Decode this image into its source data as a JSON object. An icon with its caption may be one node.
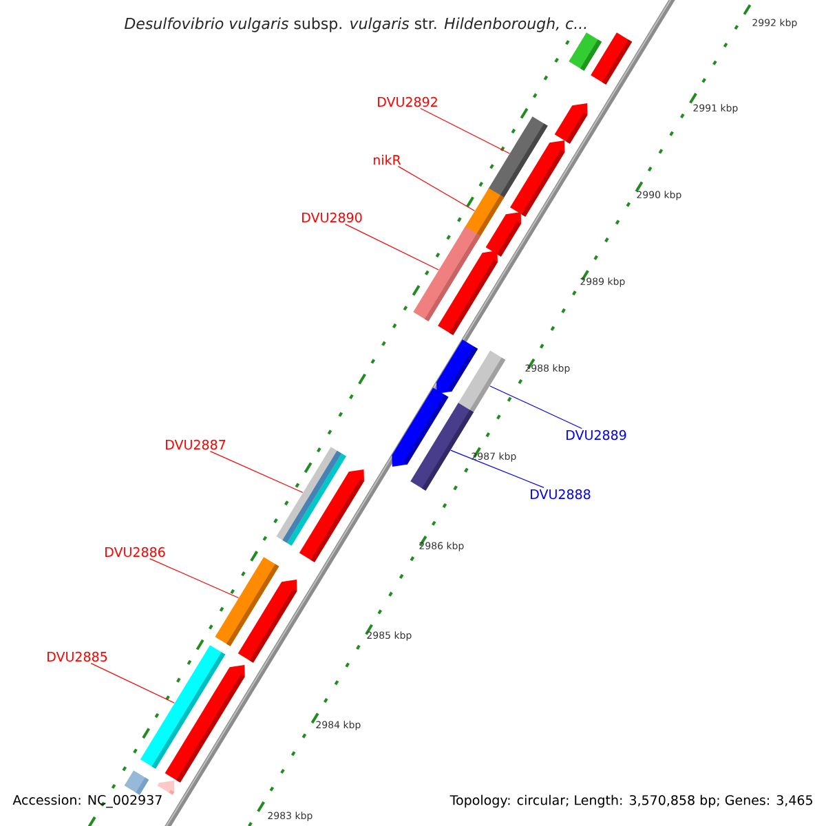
{
  "diagram": {
    "title": "*Desulfovibrio vulgaris* subsp. *vulgaris* str. *Hildenborough, c...*",
    "nodes": [
      {
        "text": [
          "DVU2892"
        ]
      },
      {
        "text": [
          "nikR"
        ]
      },
      {
        "text": [
          "DVU2890"
        ]
      },
      {
        "text": [
          "DVU2889"
        ]
      },
      {
        "text": [
          "DVU2888"
        ]
      },
      {
        "text": [
          "DVU2887"
        ]
      },
      {
        "text": [
          "DVU2886"
        ]
      },
      {
        "text": [
          "DVU2885"
        ]
      },
      {
        "text": [],
        "shape": "bar"
      },
      {
        "text": [],
        "shape": "bar"
      },
      {
        "text": [],
        "shape": "arrow"
      },
      {
        "text": [],
        "shape": "bar"
      },
      {
        "text": [],
        "shape": "arrow"
      },
      {
        "text": [],
        "shape": "bar"
      },
      {
        "text": [],
        "shape": "arrow"
      },
      {
        "text": [],
        "shape": "bar"
      },
      {
        "text": [],
        "shape": "arrow"
      },
      {
        "text": [],
        "shape": "arrow"
      },
      {
        "text": [],
        "shape": "bar"
      },
      {
        "text": [],
        "shape": "arrow"
      },
      {
        "text": [],
        "shape": "bar"
      },
      {
        "text": [],
        "shape": "bar"
      },
      {
        "text": [],
        "shape": "arrow"
      },
      {
        "text": [],
        "shape": "bar"
      },
      {
        "text": [],
        "shape": "arrow"
      },
      {
        "text": [],
        "shape": "bar"
      },
      {
        "text": [],
        "shape": "arrow"
      },
      {
        "text": [],
        "shape": "bar"
      },
      {
        "text": [],
        "shape": "arrow"
      }
    ],
    "edges": [
      {
        "from": 0,
        "to": 11,
        "arrow": "none"
      },
      {
        "from": 1,
        "to": 13,
        "arrow": "none"
      },
      {
        "from": 2,
        "to": 15,
        "arrow": "none"
      },
      {
        "from": 3,
        "to": 18,
        "arrow": "none",
        "color": "#0000ff"
      },
      {
        "from": 4,
        "to": 20,
        "arrow": "none",
        "color": "#0000ff"
      },
      {
        "from": 5,
        "to": 21,
        "arrow": "none"
      },
      {
        "from": 6,
        "to": 23,
        "arrow": "none"
      },
      {
        "from": 7,
        "to": 25,
        "arrow": "none"
      }
    ],
    "labels": [
      "2992 kbp",
      "2991 kbp",
      "2990 kbp",
      "2989 kbp",
      "2988 kbp",
      "2987 kbp",
      "2986 kbp",
      "2985 kbp",
      "2984 kbp",
      "2983 kbp",
      "Accession: NC_002937",
      "Topology: circular; Length: 3,570,858 bp; Genes: 3,465"
    ]
  }
}
